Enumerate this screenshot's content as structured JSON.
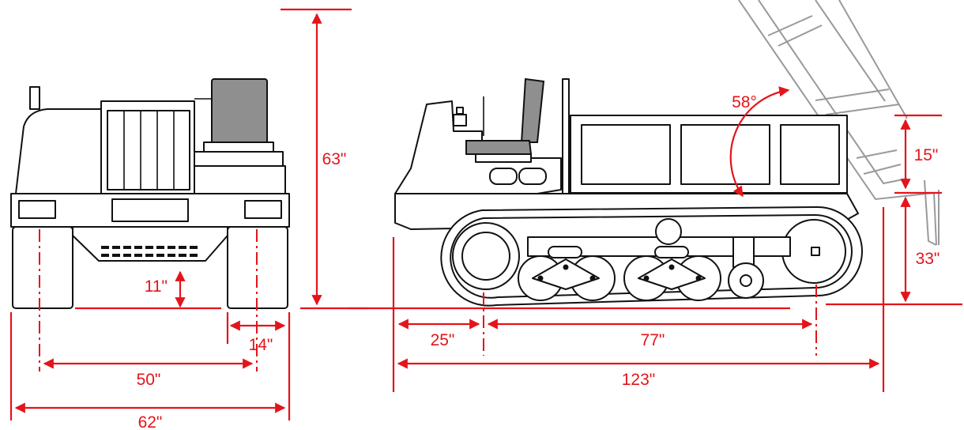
{
  "colors": {
    "dimension": "#e4141b",
    "outline": "#111111",
    "raised_bed": "#9a9a9a",
    "engine_block": "#8f8f8f"
  },
  "views": {
    "front": {
      "width_overall": "62\"",
      "track_center_width": "50\"",
      "track_width": "14\"",
      "ground_clearance": "11\"",
      "overall_height": "63\""
    },
    "side": {
      "front_overhang": "25\"",
      "track_length": "77\"",
      "overall_length": "123\"",
      "dump_angle": "58°",
      "bed_side_height": "15\"",
      "bed_floor_height": "33\""
    }
  }
}
